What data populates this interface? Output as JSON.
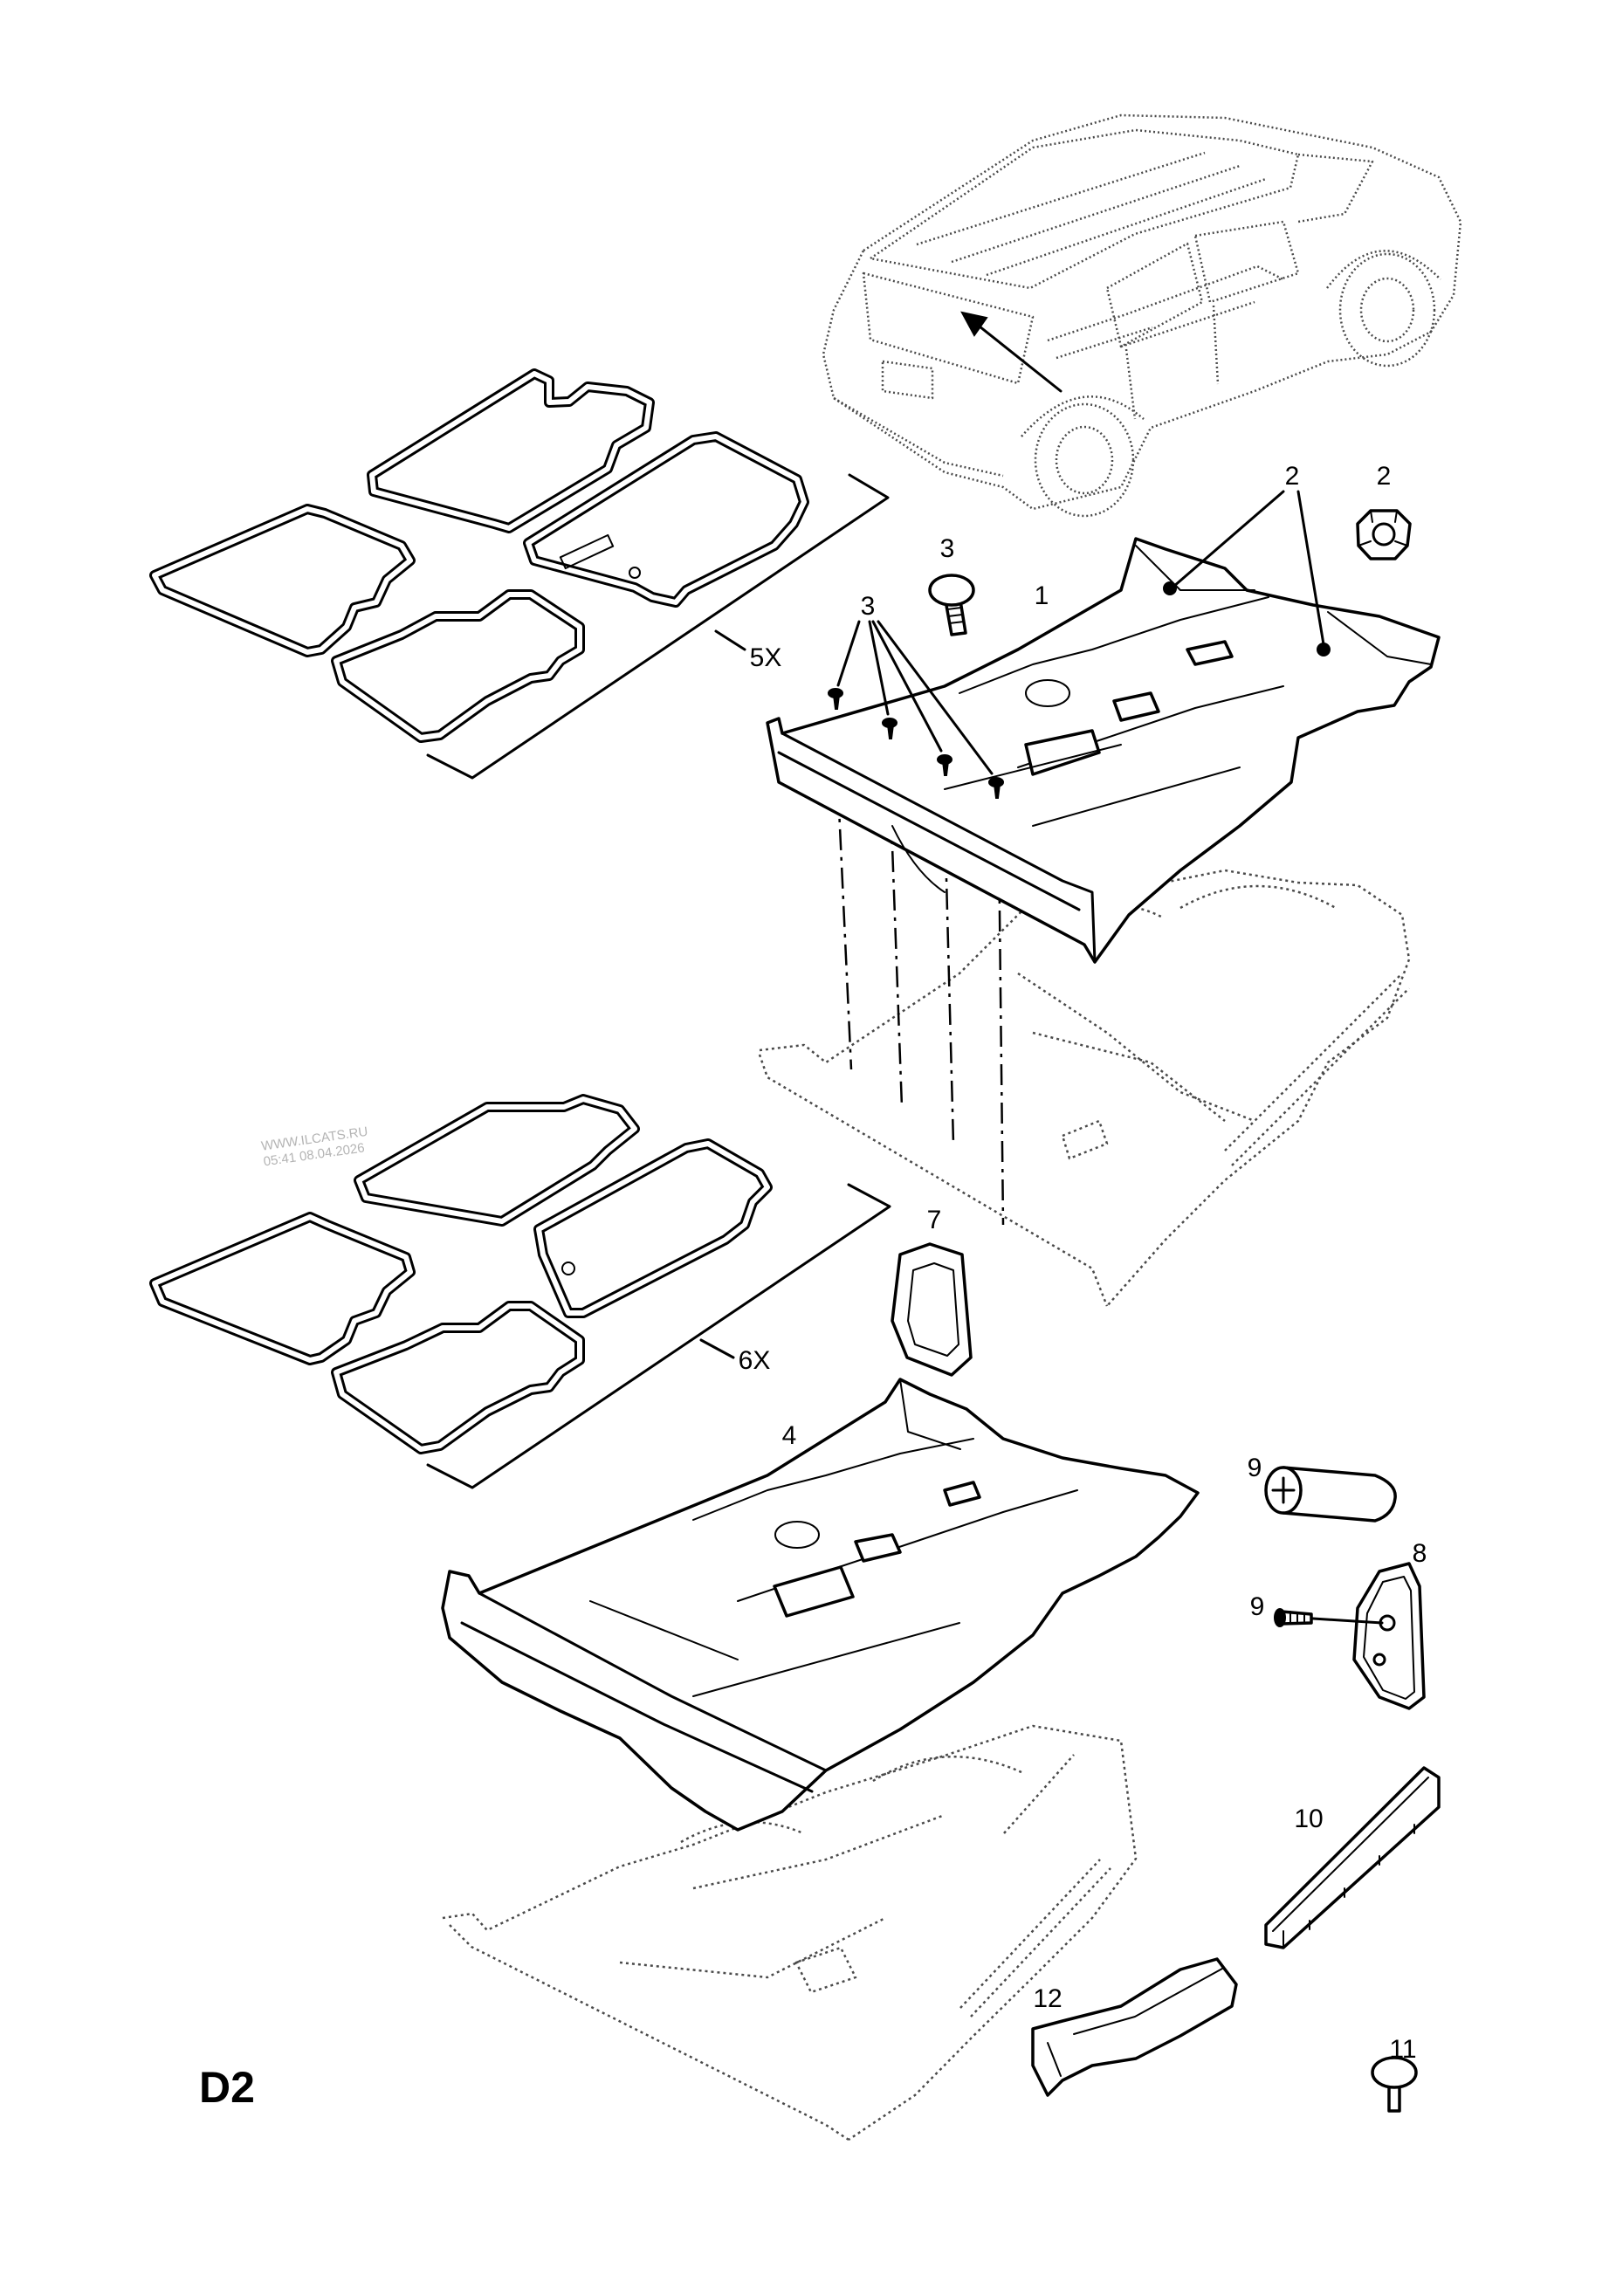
{
  "diagram": {
    "sheet_code": "D2",
    "callouts": {
      "part_2_a": "2",
      "part_2_b": "2",
      "part_3_a": "3",
      "part_1": "1",
      "part_3_b": "3",
      "mat_set_5x": "5X",
      "part_7": "7",
      "mat_set_6x": "6X",
      "part_4": "4",
      "part_9_a": "9",
      "part_8": "8",
      "part_9_b": "9",
      "part_10": "10",
      "part_12": "12",
      "part_11": "11"
    }
  },
  "watermark": {
    "site": "WWW.ILCATS.RU",
    "timestamp": "05:41 08.04.2026"
  },
  "colors": {
    "line": "#000000",
    "ghost": "#4a4a4a",
    "watermark": "#b4b4b4",
    "background": "#ffffff"
  }
}
